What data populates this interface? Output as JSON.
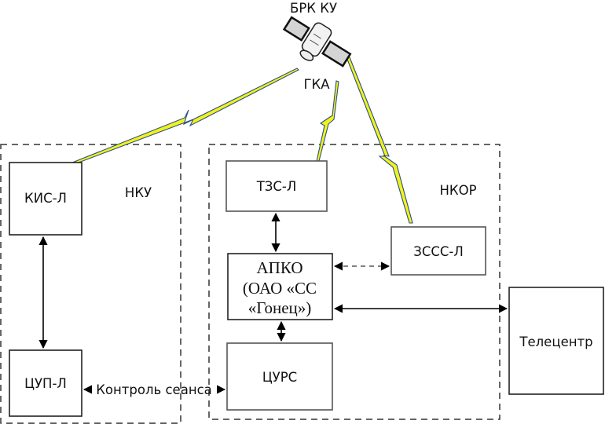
{
  "diagram": {
    "satellite": {
      "top_label": "БРК КУ",
      "bottom_label": "ГКА",
      "icon": "satellite-icon"
    },
    "groups": {
      "nku": {
        "label": "НКУ"
      },
      "nkor": {
        "label": "НКОР"
      }
    },
    "nodes": {
      "kis": "КИС-Л",
      "tsup": "ЦУП-Л",
      "tzs": "ТЗС-Л",
      "zsss": "ЗССС-Л",
      "apko_line1": "АПКО",
      "apko_line2": "(ОАО «СС",
      "apko_line3": "«Гонец»)",
      "tsurs": "ЦУРС",
      "telecenter": "Телецентр"
    },
    "edges": {
      "session_control": "Контроль сеанса"
    },
    "colors": {
      "radio_link_fill": "#f2f21a",
      "radio_link_stroke": "#2b4f8a"
    }
  }
}
